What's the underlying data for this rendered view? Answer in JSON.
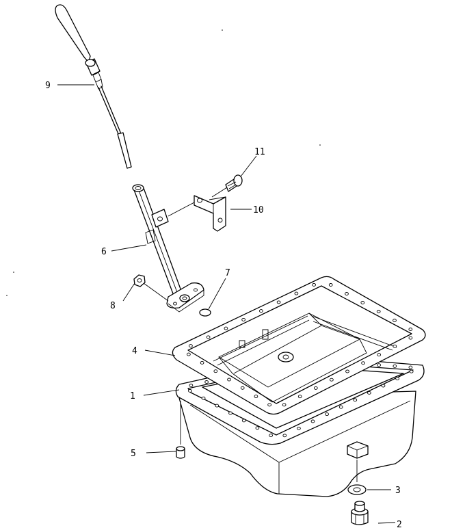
{
  "diagram": {
    "callouts": [
      {
        "id": "1",
        "label": "1"
      },
      {
        "id": "2",
        "label": "2"
      },
      {
        "id": "3",
        "label": "3"
      },
      {
        "id": "4",
        "label": "4"
      },
      {
        "id": "5",
        "label": "5"
      },
      {
        "id": "6",
        "label": "6"
      },
      {
        "id": "7",
        "label": "7"
      },
      {
        "id": "8",
        "label": "8"
      },
      {
        "id": "9",
        "label": "9"
      },
      {
        "id": "10",
        "label": "10"
      },
      {
        "id": "11",
        "label": "11"
      }
    ],
    "parts": [
      "oil-pan",
      "drain-plug",
      "drain-washer",
      "pan-gasket",
      "pan-bolt",
      "dipstick-guide-tube",
      "o-ring",
      "flange-nut",
      "dipstick",
      "mounting-bracket",
      "bracket-bolt"
    ]
  }
}
